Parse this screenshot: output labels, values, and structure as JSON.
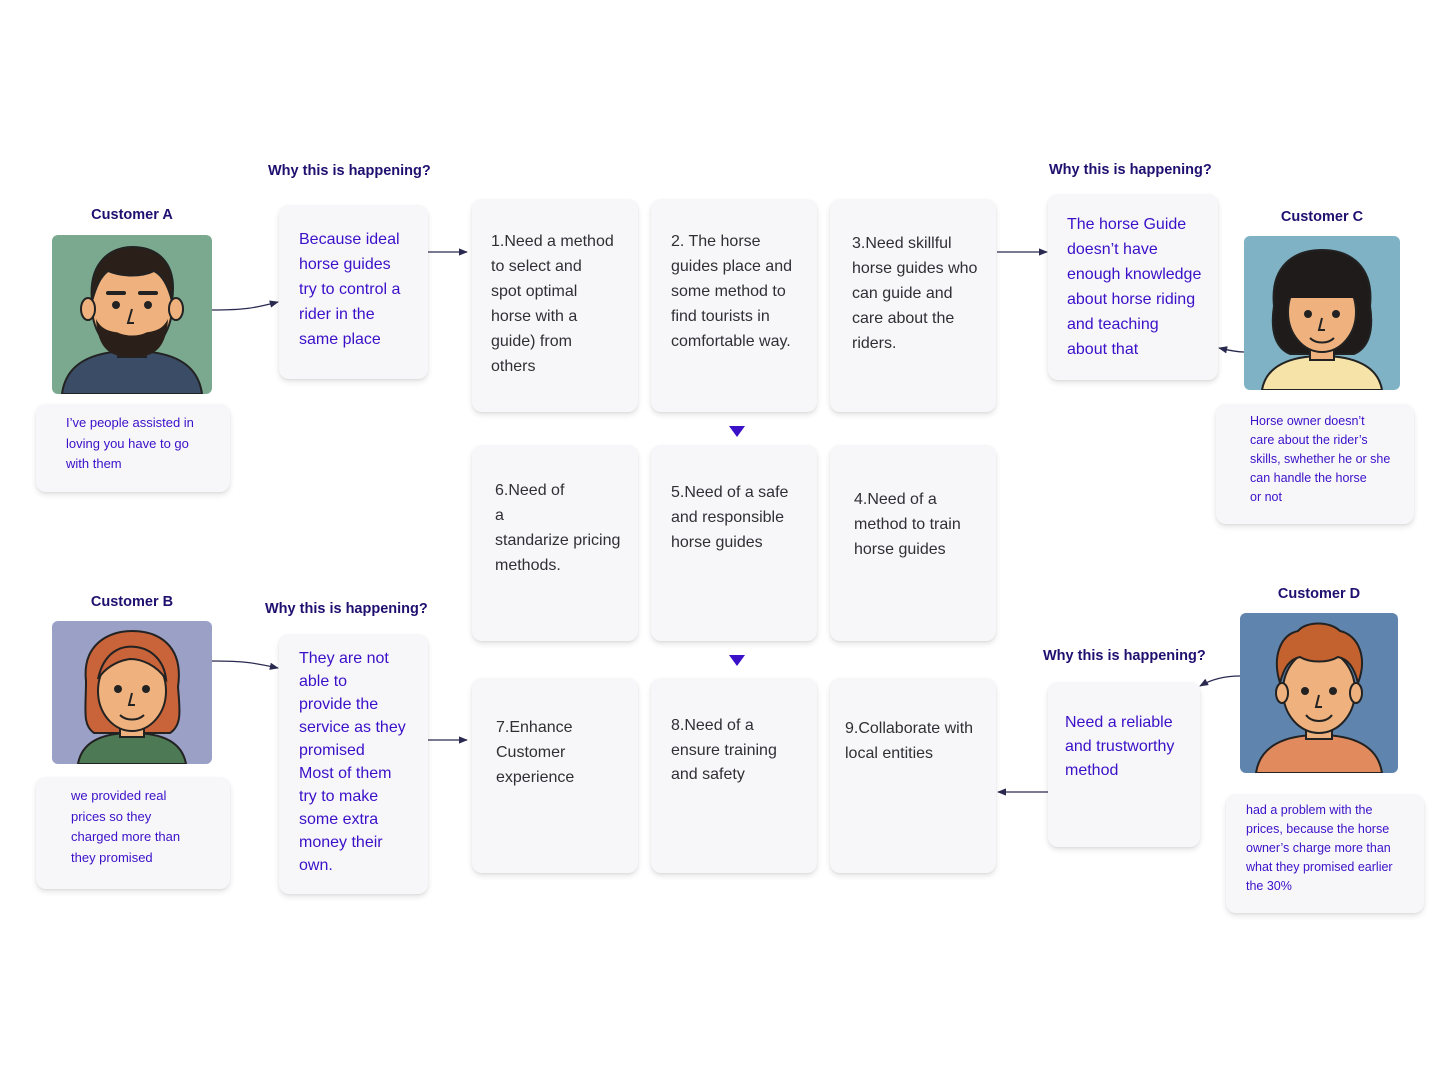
{
  "colors": {
    "accent_text": "#3b10c9",
    "heading": "#1f1070",
    "card_bg": "#f7f7f9",
    "connector": "#2a2a50"
  },
  "why_heading": "Why this is happening?",
  "customers": {
    "a": {
      "name": "Customer A",
      "quote": "I’ve people assisted in\nloving you have to go\nwith them",
      "reason": "Because ideal\nhorse guides\ntry to control a\nrider in the\nsame place"
    },
    "b": {
      "name": "Customer B",
      "quote": "we provided real\nprices so they\ncharged more than\nthey promised",
      "reason": "They are not\nable to\nprovide the\nservice as they\npromised\nMost of them\ntry to make\nsome extra\nmoney their\nown."
    },
    "c": {
      "name": "Customer C",
      "quote": "Horse owner doesn’t\ncare about the rider’s\nskills, swhether he or she\ncan handle the horse\nor not",
      "reason": "The horse Guide\ndoesn’t have\nenough knowledge\nabout horse riding\nand teaching\nabout that"
    },
    "d": {
      "name": "Customer D",
      "quote": "had a problem with the\nprices, because the horse\nowner’s charge more than\nwhat they promised earlier\nthe 30%",
      "reason": "Need a reliable\nand trustworthy\nmethod"
    }
  },
  "needs": [
    "1.Need a method\nto select and\nspot optimal\nhorse with a\nguide) from\nothers",
    "2. The horse\nguides place and\nsome method to\nfind tourists in\ncomfortable way.",
    "3.Need skillful\nhorse guides who\ncan guide and\ncare about the\nriders.",
    "4.Need of a\nmethod to train\nhorse guides",
    "5.Need of a safe\nand responsible\nhorse guides",
    "6.Need of\na\nstandarize pricing\nmethods.",
    "7.Enhance\nCustomer\nexperience",
    "8.Need of a\nensure training\nand safety",
    "9.Collaborate with\nlocal entities"
  ],
  "icons": {
    "arrow": "arrow-right-icon",
    "down_arrow": "triangle-down-icon"
  }
}
